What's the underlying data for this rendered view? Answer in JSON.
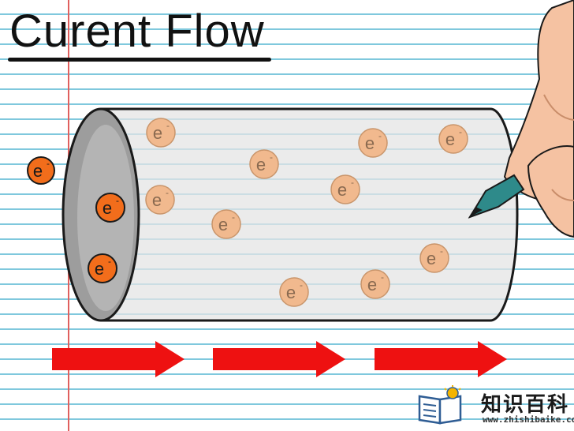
{
  "title": "Curent Flow",
  "electron_label": "e",
  "electron_sign": "-",
  "colors": {
    "paper_line": "#7fc8dd",
    "margin_line": "#e0605e",
    "electron_outside": "#f26d1b",
    "electron_inside": "#f1b98e",
    "arrow": "#ee1111",
    "wire_body": "#e4e4e4",
    "wire_opening": "#9d9d9d"
  },
  "brand": {
    "name": "知识百科",
    "url": "www.zhishibaike.com",
    "logo_icon": "book-lightbulb-icon"
  }
}
